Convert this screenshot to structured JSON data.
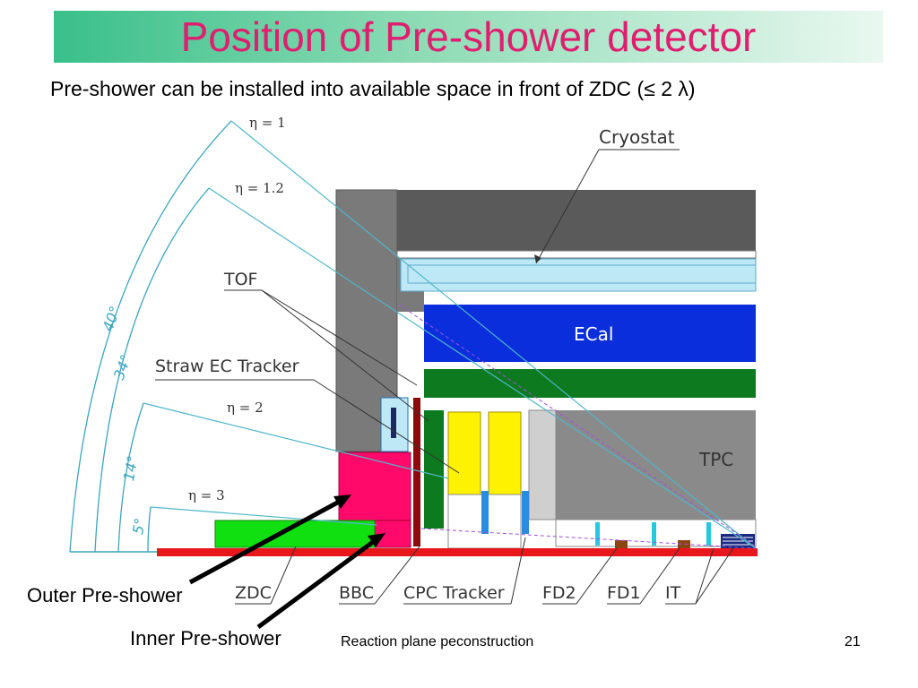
{
  "slide": {
    "title": "Position of Pre-shower detector",
    "subtitle": "Pre-shower can be installed into available space in front of ZDC (≤ 2 λ)",
    "footer_text": "Reaction plane peconstruction",
    "page_number": "21",
    "colors": {
      "title": "#e01e70",
      "band": "#39c08a",
      "beam": "#e8171b"
    }
  },
  "diagram": {
    "labels": {
      "cryostat": "Cryostat",
      "ecal": "ECal",
      "tpc": "TPC",
      "tof": "TOF",
      "straw": "Straw EC Tracker",
      "zdc": "ZDC",
      "bbc": "BBC",
      "cpc": "CPC Tracker",
      "fd2": "FD2",
      "fd1": "FD1",
      "it": "IT"
    },
    "eta": {
      "e1": "η = 1",
      "e12": "η = 1.2",
      "e2": "η = 2",
      "e3": "η = 3"
    },
    "angles": {
      "a40": "40°",
      "a34": "34°",
      "a14": "14°",
      "a5": "5°"
    },
    "callouts": {
      "outer": "Outer Pre-shower",
      "inner": "Inner Pre-shower"
    }
  }
}
